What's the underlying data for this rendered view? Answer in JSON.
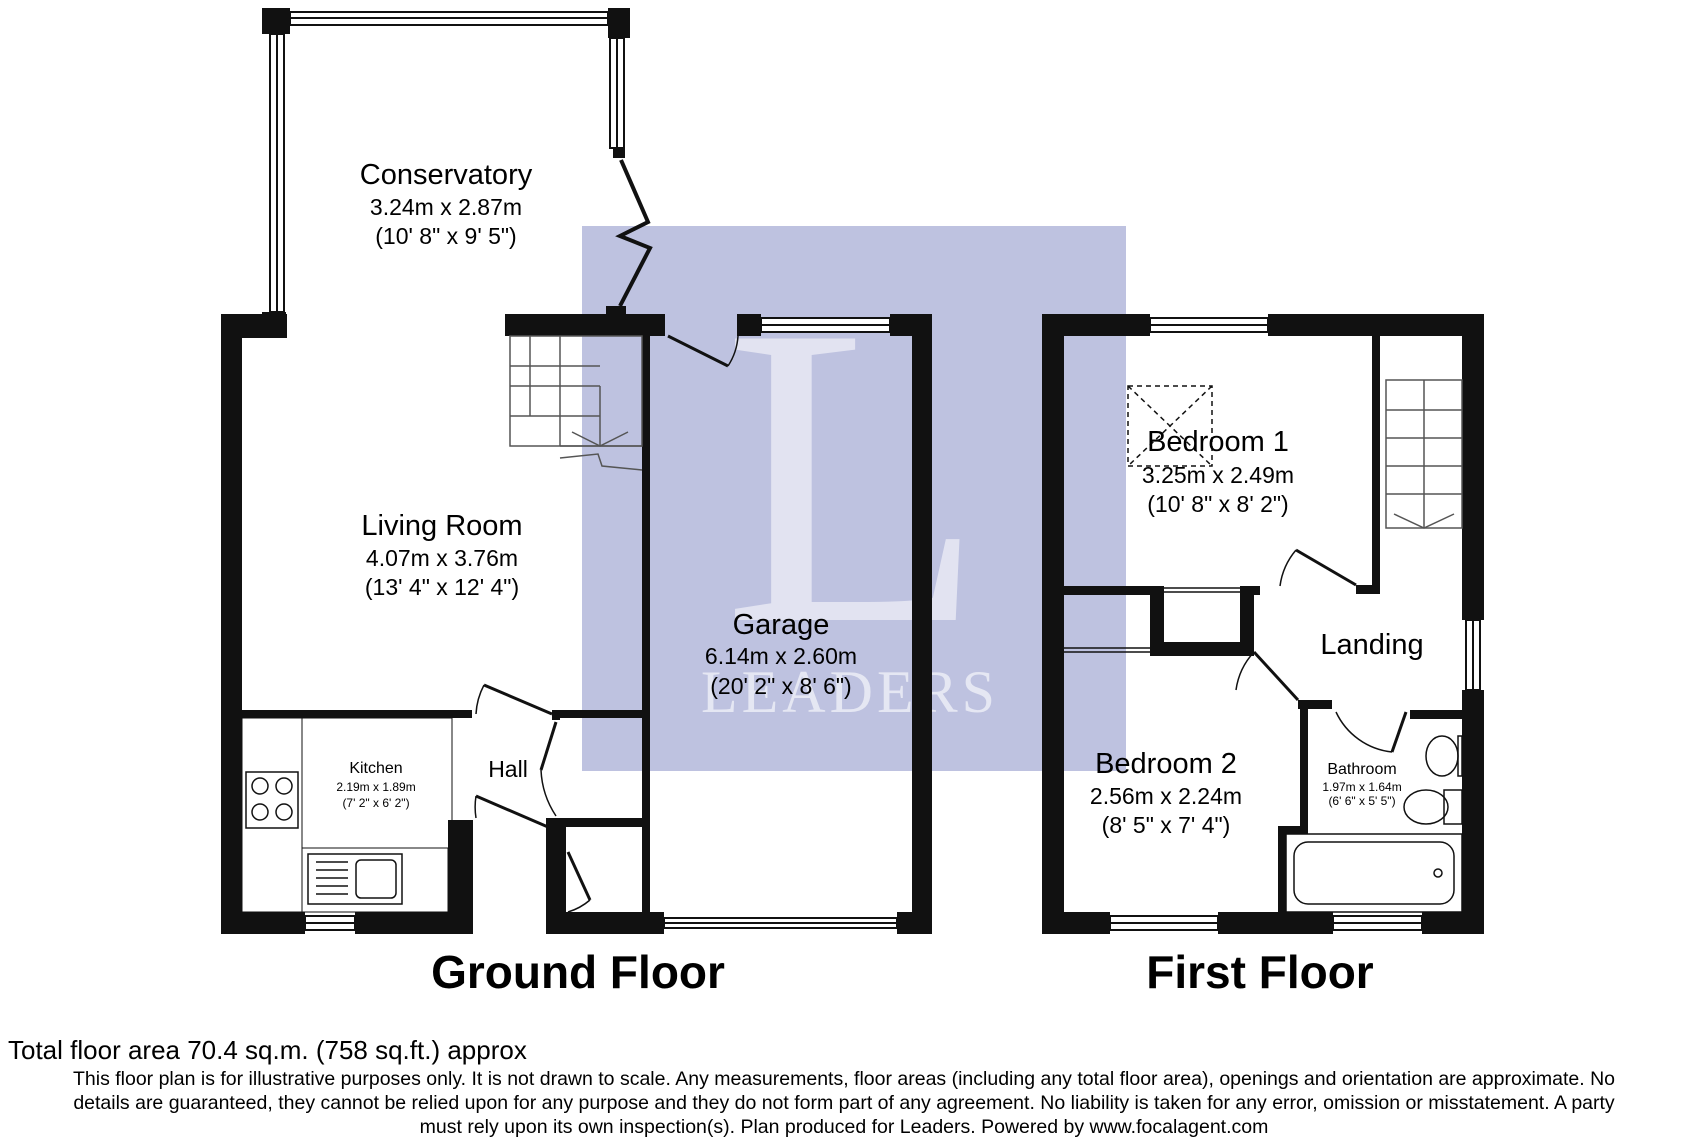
{
  "logo": {
    "letter": "L",
    "word": "LEADERS",
    "color": "#8c94c4"
  },
  "colors": {
    "wall": "#111111",
    "watermark": "#bec2e0"
  },
  "rooms": {
    "conservatory": {
      "name": "Conservatory",
      "metric": "3.24m x 2.87m",
      "imperial": "(10' 8\" x 9' 5\")"
    },
    "living_room": {
      "name": "Living Room",
      "metric": "4.07m x 3.76m",
      "imperial": "(13' 4\" x 12' 4\")"
    },
    "garage": {
      "name": "Garage",
      "metric": "6.14m x 2.60m",
      "imperial": "(20' 2\" x 8' 6\")"
    },
    "kitchen": {
      "name": "Kitchen",
      "metric": "2.19m x 1.89m",
      "imperial": "(7' 2\" x 6' 2\")"
    },
    "hall": {
      "name": "Hall"
    },
    "bedroom_1": {
      "name": "Bedroom 1",
      "metric": "3.25m x 2.49m",
      "imperial": "(10' 8\" x 8' 2\")"
    },
    "landing": {
      "name": "Landing"
    },
    "bedroom_2": {
      "name": "Bedroom 2",
      "metric": "2.56m x 2.24m",
      "imperial": "(8' 5\" x 7' 4\")"
    },
    "bathroom": {
      "name": "Bathroom",
      "metric": "1.97m x 1.64m",
      "imperial": "(6' 6\" x 5' 5\")"
    }
  },
  "floors": {
    "ground": "Ground Floor",
    "first": "First Floor"
  },
  "footer": {
    "total_area": "Total floor area 70.4 sq.m. (758 sq.ft.) approx",
    "disclaimer_line1": "This floor plan is for illustrative purposes only. It is not drawn to scale. Any measurements, floor areas (including any total floor area), openings and orientation are approximate. No",
    "disclaimer_line2": "details are guaranteed, they cannot be relied upon for any purpose and they do not form part of any agreement. No liability is taken for any error, omission or misstatement. A party",
    "disclaimer_line3": "must rely upon its own inspection(s). Plan produced for Leaders. Powered by www.focalagent.com"
  }
}
